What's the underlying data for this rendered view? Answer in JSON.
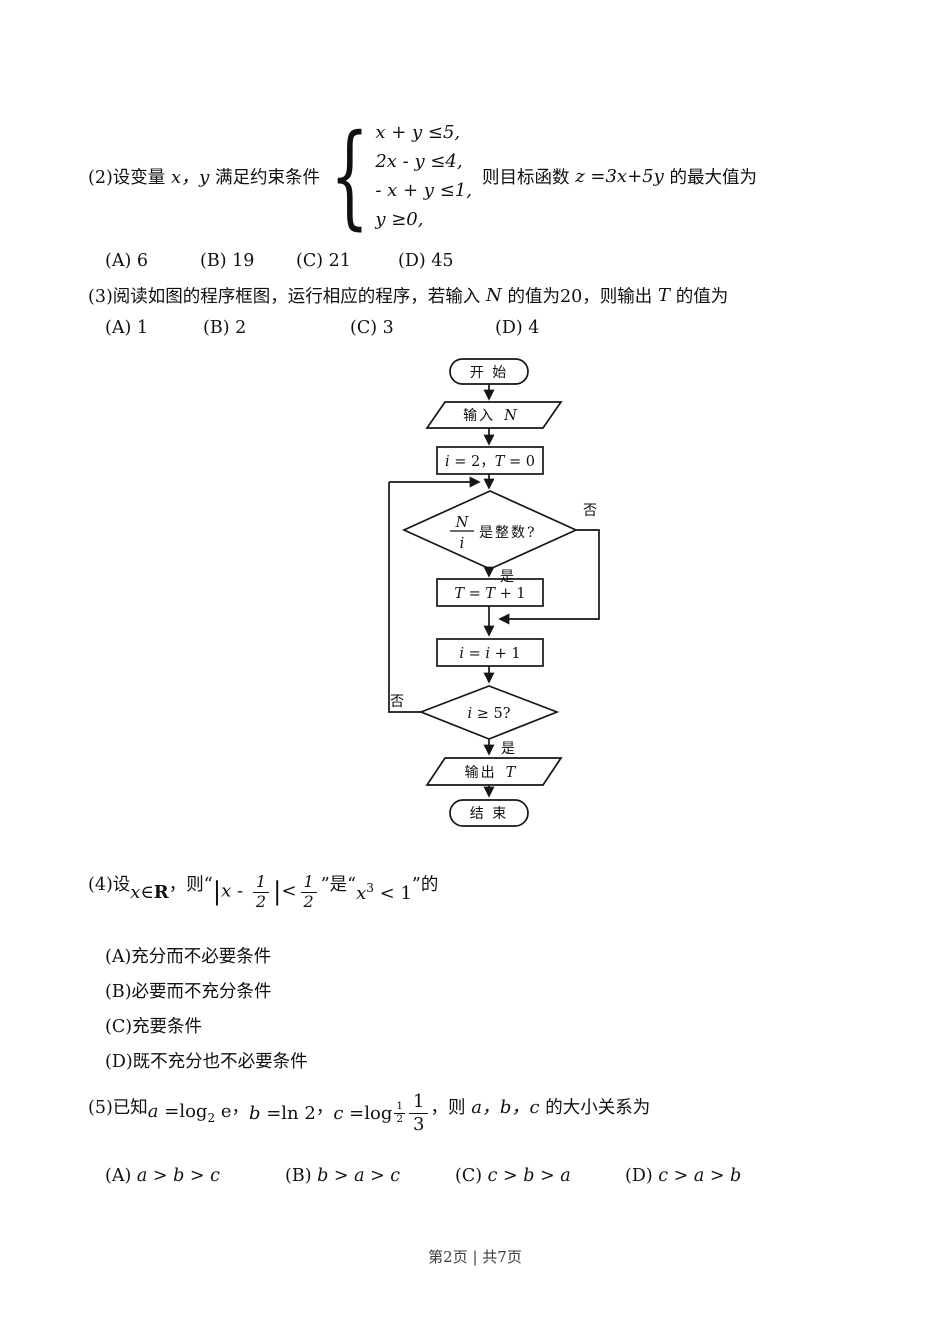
{
  "ink": "#111111",
  "q2": {
    "seg1": "(2)设变量",
    "vars": " x，y ",
    "seg2": "满足约束条件",
    "brace": "{",
    "constraints": [
      "x + y ≤5,",
      "2x - y ≤4,",
      "- x + y ≤1,",
      "y ≥0,"
    ],
    "seg3": "则目标函数",
    "objective": " z =3x+5y ",
    "seg4": "的最大值为",
    "options": [
      "(A) 6",
      "(B) 19",
      "(C) 21",
      "(D) 45"
    ]
  },
  "q3": {
    "seg1": "(3)阅读如图的程序框图，运行相应的程序，若输入",
    "var1": " N ",
    "seg2": "的值为20，则输出",
    "var2": " T ",
    "seg3": "的值为",
    "options": [
      "(A) 1",
      "(B) 2",
      "(C) 3",
      "(D) 4"
    ]
  },
  "flowchart": {
    "start": "开 始",
    "input_label": "输入",
    "input_var": "N",
    "init_i": "i",
    "init_mid": " = 2，",
    "init_T": "T",
    "init_end": " = 0",
    "d1_num": "N",
    "d1_den": "i",
    "d1_text": "是整数?",
    "d1_no": "否",
    "d1_yes": "是",
    "t_1": "T",
    "t_2": " = ",
    "t_3": "T",
    "t_4": " + 1",
    "i_1": "i",
    "i_2": " = ",
    "i_3": "i",
    "i_4": " + 1",
    "d2_i": "i",
    "d2_rest": " ≥ 5?",
    "d2_no": "否",
    "d2_yes": "是",
    "output_label": "输出",
    "output_var": "T",
    "end": "结 束"
  },
  "q4": {
    "seg1": "(4)设",
    "m1_x": "x",
    "m1_in": "∈",
    "m1_R": "R",
    "seg2": "，则“",
    "bar1": "|",
    "m2_x": "x",
    "m2_minus": " - ",
    "f1": {
      "n": "1",
      "d": "2"
    },
    "bar2": "|",
    "m2_lt": "<",
    "f2": {
      "n": "1",
      "d": "2"
    },
    "seg3": "”是“",
    "m3_x": "x",
    "m3_sup": "3",
    "m3_lt": " < 1",
    "seg4": "”的",
    "options": [
      "(A)充分而不必要条件",
      "(B)必要而不充分条件",
      "(C)充要条件",
      "(D)既不充分也不必要条件"
    ]
  },
  "q5": {
    "seg1": "(5)已知",
    "a_var": "a",
    "a_eq": " =log",
    "a_base": "2",
    "a_arg": " e",
    "sep1": "，",
    "b_var": "b",
    "b_eq": " =ln 2",
    "sep2": "，",
    "c_var": "c",
    "c_eq": " =log",
    "c_base": {
      "n": "1",
      "d": "2"
    },
    "c_arg": {
      "n": "1",
      "d": "3"
    },
    "seg2": "，则",
    "list": " a，b，c ",
    "seg3": "的大小关系为",
    "options": [
      {
        "label": "(A) ",
        "value": "a > b > c"
      },
      {
        "label": "(B) ",
        "value": "b > a > c"
      },
      {
        "label": "(C) ",
        "value": "c > b > a"
      },
      {
        "label": "(D) ",
        "value": "c > a > b"
      }
    ]
  },
  "footer": {
    "text": "第2页 | 共7页"
  }
}
